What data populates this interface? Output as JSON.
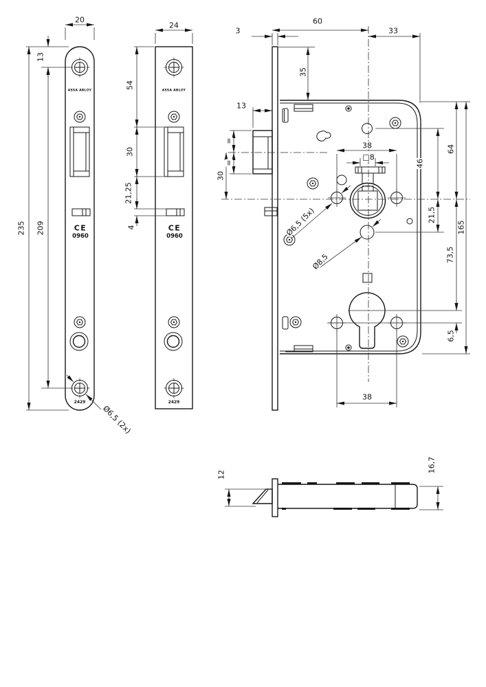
{
  "drawing": {
    "brand": "ASSA ABLOY",
    "ce_mark": "CE",
    "ce_number": "0960",
    "model": "2429"
  },
  "views": {
    "plate1": {
      "dims": {
        "width": "20",
        "top_to_hole": "13",
        "total_height": "235",
        "hole_spacing": "209",
        "hole_dia": "Ø6,5 (2x)"
      }
    },
    "plate2": {
      "dims": {
        "width": "24",
        "top_to_slot": "54",
        "slot_height": "30",
        "slot_to_aux": "21,25",
        "aux_height": "4"
      }
    },
    "lock_body": {
      "dims": {
        "faceplate_thickness": "3",
        "backset": "60",
        "center_to_right": "33",
        "top_margin": "35",
        "latch_protrusion": "13",
        "equal_mark": "=",
        "latch_to_hub": "30",
        "hub_hole_span": "38",
        "follower_square": "□8",
        "screw_holes": "Ø6,5 (5x)",
        "aux_hole": "Ø8,5",
        "hole_to_hub": "46",
        "top_to_hub": "64",
        "hub_to_aux": "21,5",
        "case_height": "165",
        "hub_to_cylinder": "73,5",
        "cylinder_to_hole": "6,5",
        "cyl_hole_span": "38"
      }
    },
    "side_view": {
      "dims": {
        "latch_height": "12",
        "case_depth": "16,7"
      }
    }
  }
}
